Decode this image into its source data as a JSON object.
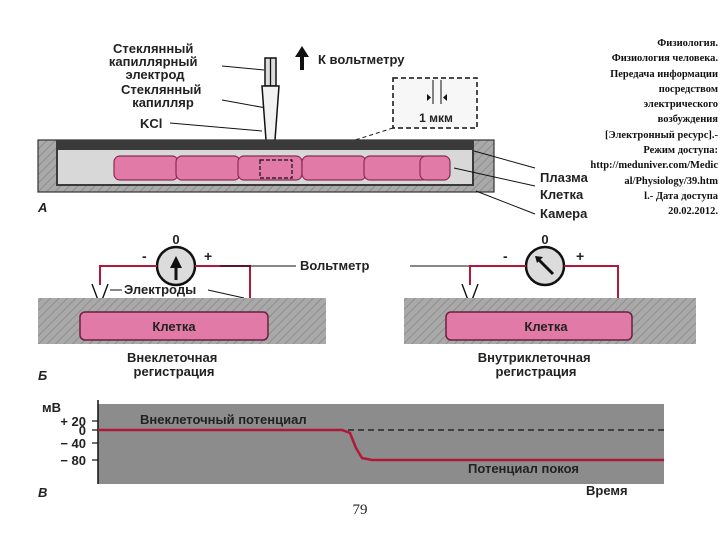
{
  "diagram": {
    "panel_a": {
      "letter": "А",
      "electrode_label": [
        "Стеклянный",
        "капиллярный",
        "электрод"
      ],
      "voltmeter_arrow_label": "К вольтметру",
      "capillary_label": [
        "Стеклянный",
        "капилляр"
      ],
      "kcl_label": "KCl",
      "scale_label": "1 мкм",
      "plasma_label": "Плазма",
      "cell_label": "Клетка",
      "chamber_label": "Камера"
    },
    "panel_b": {
      "letter": "Б",
      "voltmeter_label": "Вольтметр",
      "electrodes_label": "Электроды",
      "meter_zero": "0",
      "minus": "-",
      "plus": "+",
      "left_cell": "Клетка",
      "right_cell": "Клетка",
      "left_caption": [
        "Внеклеточная",
        "регистрация"
      ],
      "right_caption": [
        "Внутриклеточная",
        "регистрация"
      ]
    },
    "panel_c": {
      "letter": "В",
      "unit": "мВ",
      "ticks": [
        "+ 20",
        "0",
        "− 40",
        "− 80"
      ],
      "extracellular_label": "Внеклеточный потенциал",
      "resting_label": "Потенциал покоя",
      "time_label": "Время"
    },
    "colors": {
      "cell_pink": "#e27aa8",
      "trace_red": "#b0183a",
      "gray_panel": "#8c8c8c"
    }
  },
  "caption": "Физиология.\nФизиология человека.\nПередача информации\nпосредством\nэлектрического\nвозбуждения\n[Электронный ресурс].-\nРежим доступа:\nhttp://meduniver.com/Medical/Physiology/39.htm\nl.- Дата доступа\n20.02.2012.",
  "page_number": "79"
}
